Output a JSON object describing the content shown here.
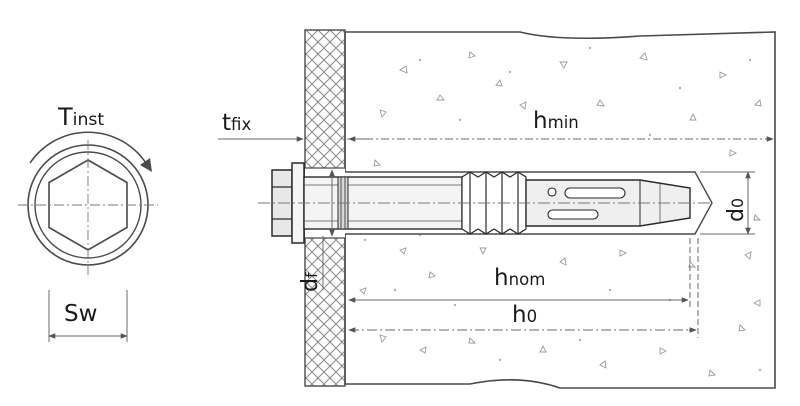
{
  "labels": {
    "tinst": {
      "main": "T",
      "sub": "inst"
    },
    "sw": {
      "main": "Sw",
      "sub": ""
    },
    "tfix": {
      "main": "t",
      "sub": "fix"
    },
    "hmin": {
      "main": "h",
      "sub": "min"
    },
    "hnom": {
      "main": "h",
      "sub": "nom"
    },
    "h0": {
      "main": "h",
      "sub": "0"
    },
    "df": {
      "main": "d",
      "sub": "f"
    },
    "d0": {
      "main": "d",
      "sub": "0"
    }
  },
  "colors": {
    "line": "#4a4a4a",
    "dim": "#6a6a6a",
    "hatch": "#8a8a8a",
    "bolt_fill": "#e8e8e8",
    "dark": "#2a2a2a"
  }
}
